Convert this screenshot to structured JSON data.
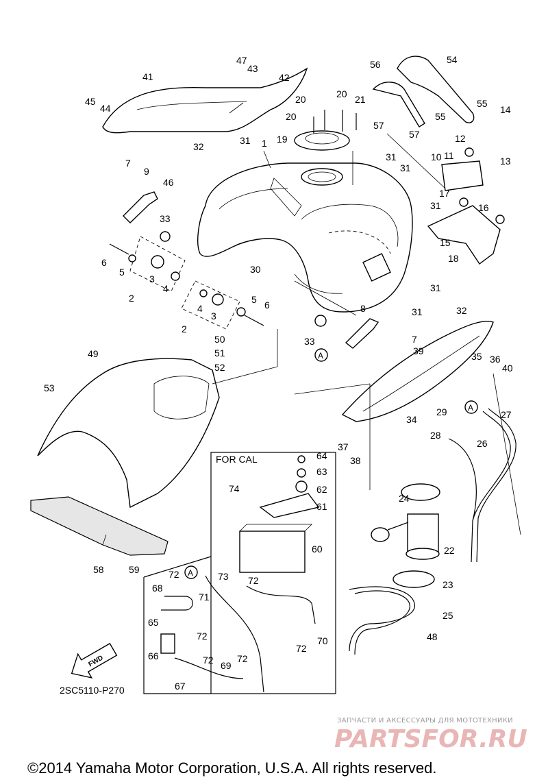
{
  "diagram": {
    "inset_title": "FOR CAL",
    "code": "2SC5110-P270",
    "fwd_label": "FWD",
    "ref_a": "A",
    "copyright": "©2014 Yamaha Motor Corporation, U.S.A. All rights reserved.",
    "watermark_top": "ЗАПЧАСТИ И АКСЕССУАРЫ ДЛЯ МОТОТЕХНИКИ",
    "watermark_logo": "PARTSFOR.RU",
    "callouts": [
      "1",
      "2",
      "2",
      "3",
      "3",
      "4",
      "4",
      "5",
      "5",
      "6",
      "6",
      "7",
      "7",
      "8",
      "9",
      "10",
      "11",
      "12",
      "13",
      "14",
      "15",
      "16",
      "17",
      "18",
      "19",
      "20",
      "20",
      "20",
      "21",
      "22",
      "23",
      "24",
      "25",
      "26",
      "27",
      "28",
      "29",
      "30",
      "31",
      "31",
      "31",
      "31",
      "31",
      "31",
      "32",
      "32",
      "33",
      "33",
      "34",
      "35",
      "36",
      "37",
      "38",
      "39",
      "40",
      "41",
      "42",
      "43",
      "44",
      "45",
      "46",
      "47",
      "48",
      "49",
      "50",
      "51",
      "52",
      "53",
      "54",
      "55",
      "55",
      "56",
      "57",
      "57",
      "58",
      "59",
      "60",
      "61",
      "62",
      "63",
      "64",
      "65",
      "66",
      "67",
      "68",
      "69",
      "70",
      "71",
      "72",
      "72",
      "72",
      "72",
      "72",
      "72",
      "73",
      "74"
    ]
  }
}
